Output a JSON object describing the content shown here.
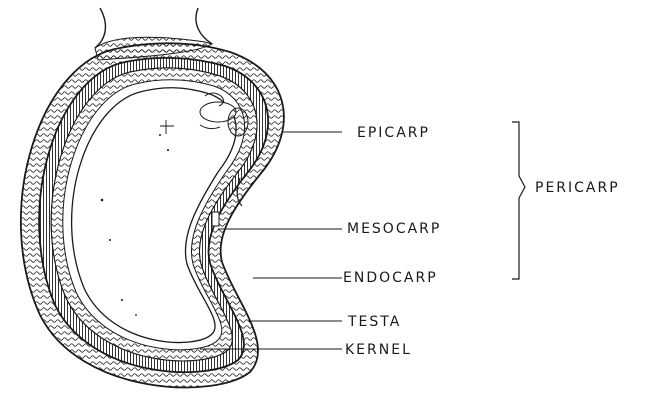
{
  "labels": {
    "epicarp": "EPICARP",
    "mesocarp": "MESOCARP",
    "endocarp": "ENDOCARP",
    "testa": "TESTA",
    "kernel": "KERNEL",
    "pericarp": "PERICARP"
  },
  "colors": {
    "ink": "#1a1a1a",
    "paper": "#ffffff"
  }
}
